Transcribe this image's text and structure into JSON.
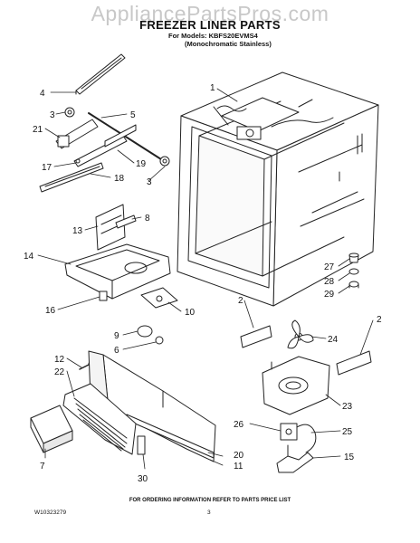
{
  "watermark": "AppliancePartsPros.com",
  "title": "FREEZER LINER PARTS",
  "models_line": "For Models: KBFS20EVMS4",
  "models_sub": "(Monochromatic Stainless)",
  "footer_note": "FOR ORDERING INFORMATION REFER TO PARTS PRICE LIST",
  "doc_number": "W10323279",
  "page_number": "3",
  "callouts": [
    {
      "id": "c1",
      "label": "1"
    },
    {
      "id": "c2a",
      "label": "2"
    },
    {
      "id": "c2b",
      "label": "2"
    },
    {
      "id": "c3a",
      "label": "3"
    },
    {
      "id": "c3b",
      "label": "3"
    },
    {
      "id": "c4",
      "label": "4"
    },
    {
      "id": "c5",
      "label": "5"
    },
    {
      "id": "c6",
      "label": "6"
    },
    {
      "id": "c7",
      "label": "7"
    },
    {
      "id": "c8",
      "label": "8"
    },
    {
      "id": "c9",
      "label": "9"
    },
    {
      "id": "c10",
      "label": "10"
    },
    {
      "id": "c11",
      "label": "11"
    },
    {
      "id": "c12",
      "label": "12"
    },
    {
      "id": "c13",
      "label": "13"
    },
    {
      "id": "c14",
      "label": "14"
    },
    {
      "id": "c15",
      "label": "15"
    },
    {
      "id": "c16",
      "label": "16"
    },
    {
      "id": "c17",
      "label": "17"
    },
    {
      "id": "c18",
      "label": "18"
    },
    {
      "id": "c19",
      "label": "19"
    },
    {
      "id": "c20",
      "label": "20"
    },
    {
      "id": "c21",
      "label": "21"
    },
    {
      "id": "c22",
      "label": "22"
    },
    {
      "id": "c23",
      "label": "23"
    },
    {
      "id": "c24",
      "label": "24"
    },
    {
      "id": "c25",
      "label": "25"
    },
    {
      "id": "c26",
      "label": "26"
    },
    {
      "id": "c27",
      "label": "27"
    },
    {
      "id": "c28",
      "label": "28"
    },
    {
      "id": "c29",
      "label": "29"
    },
    {
      "id": "c30",
      "label": "30"
    }
  ]
}
